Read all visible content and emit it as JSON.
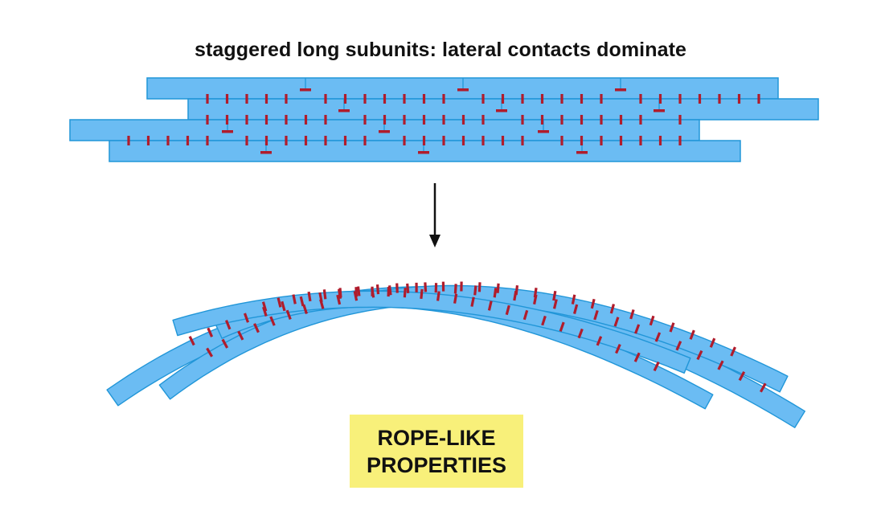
{
  "title": "staggered long subunits: lateral contacts dominate",
  "label": {
    "line1": "ROPE-LIKE",
    "line2": "PROPERTIES"
  },
  "colors": {
    "subunit_fill": "#6bbcf3",
    "subunit_stroke": "#2196d8",
    "contact_marks": "#b01c2c",
    "arrow": "#111111",
    "label_background": "#f8f07a"
  }
}
